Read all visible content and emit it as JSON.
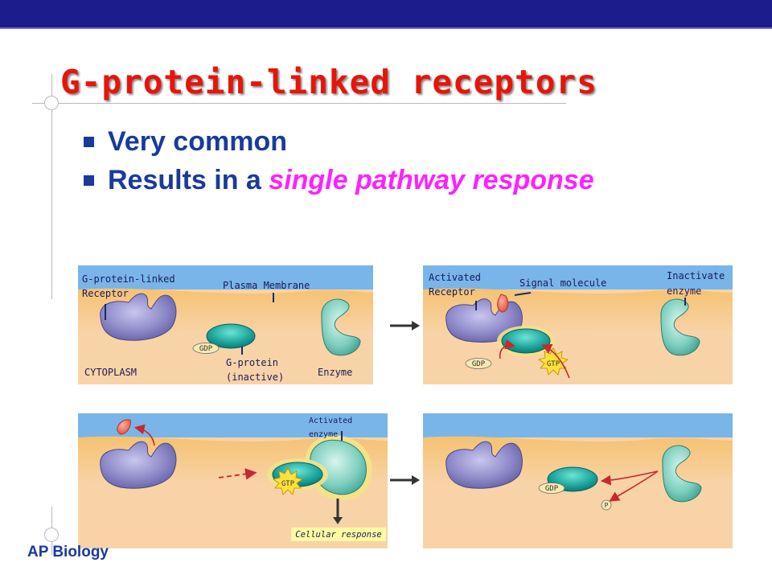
{
  "slide": {
    "title": "G-protein-linked receptors",
    "bullets": [
      {
        "text": "Very common",
        "emphasis": ""
      },
      {
        "text": "Results in a ",
        "emphasis": "single pathway response"
      }
    ],
    "footer": "AP Biology"
  },
  "diagram": {
    "panel1": {
      "receptor_label_1": "G-protein-linked",
      "receptor_label_2": "Receptor",
      "membrane_label": "Plasma Membrane",
      "gdp": "GDP",
      "gprotein_label_1": "G-protein",
      "gprotein_label_2": "(inactive)",
      "enzyme_label": "Enzyme",
      "cytoplasm_label": "CYTOPLASM"
    },
    "panel2": {
      "receptor_label_1": "Activated",
      "receptor_label_2": "Receptor",
      "signal_label": "Signal molecule",
      "enzyme_label_1": "Inactivate",
      "enzyme_label_2": "enzyme",
      "gdp": "GDP",
      "gtp": "GTP"
    },
    "panel3": {
      "enzyme_label_1": "Activated",
      "enzyme_label_2": "enzyme",
      "gtp": "GTP",
      "response_label": "Cellular response"
    },
    "panel4": {
      "gdp": "GDP",
      "phosphate": "P"
    }
  },
  "colors": {
    "title": "#e8140a",
    "bullet_text": "#1a3a9c",
    "emphasis": "#ff20ff",
    "top_bar": "#1c1c8c",
    "panel_bg": "#f8d3a8",
    "membrane": "#f6c272",
    "extracellular": "#79b5e8",
    "receptor": "#8b87c7",
    "gprotein": "#1ba59c",
    "enzyme": "#7fd0bf"
  }
}
